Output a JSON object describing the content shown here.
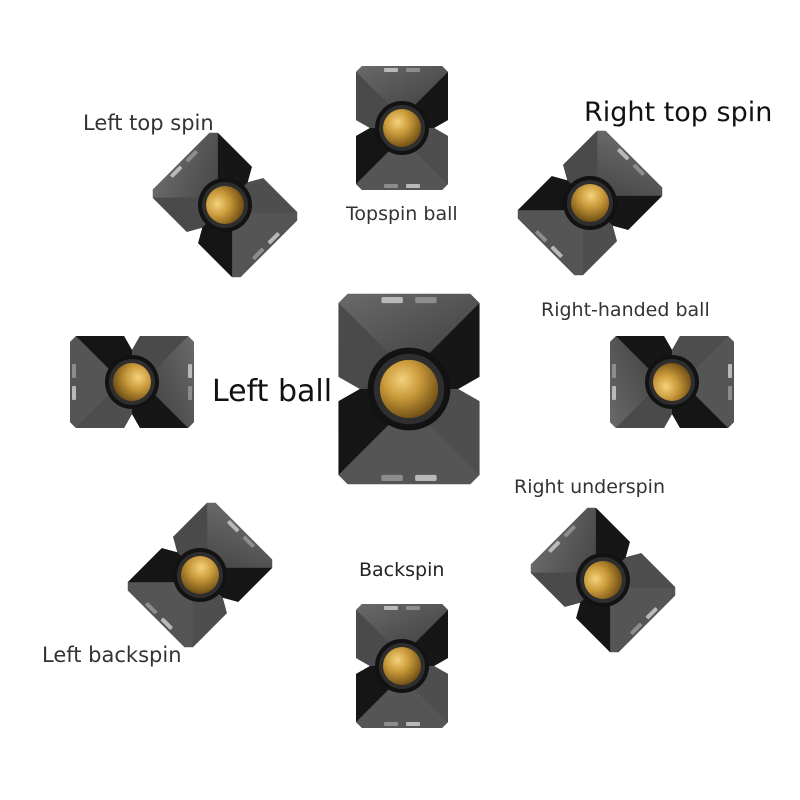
{
  "labels": {
    "left_top_spin": "Left top spin",
    "topspin_ball": "Topspin ball",
    "right_top_spin": "Right top spin",
    "right_handed_ball": "Right-handed ball",
    "left_ball": "Left ball",
    "right_underspin": "Right underspin",
    "backspin": "Backspin",
    "left_backspin": "Left backspin"
  },
  "colors": {
    "body_dark": "#2b2b2b",
    "face_light": "#5c5c5c",
    "face_mid": "#474747",
    "notch": "#111111",
    "ball": "#c99a3a",
    "ball_highlight": "#f0cc74",
    "ring": "#141414",
    "tab": "#b9b9b9"
  },
  "icons": [
    "spin-controller-icon"
  ]
}
